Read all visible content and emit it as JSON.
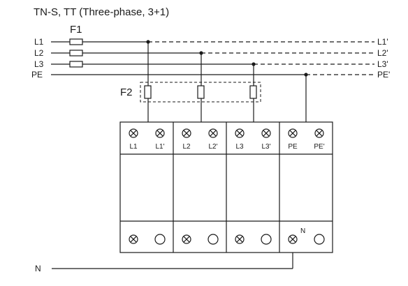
{
  "title": "TN-S, TT (Three-phase, 3+1)",
  "fuses": {
    "f1": "F1",
    "f2": "F2"
  },
  "lines": [
    {
      "in": "L1",
      "out": "L1'"
    },
    {
      "in": "L2",
      "out": "L2'"
    },
    {
      "in": "L3",
      "out": "L3'"
    },
    {
      "in": "PE",
      "out": "PE'"
    }
  ],
  "modules": [
    {
      "left": "L1",
      "right": "L1'"
    },
    {
      "left": "L2",
      "right": "L2'"
    },
    {
      "left": "L3",
      "right": "L3'"
    },
    {
      "left": "PE",
      "right": "PE'"
    }
  ],
  "neutral": {
    "label": "N",
    "terminal_label": "N"
  }
}
